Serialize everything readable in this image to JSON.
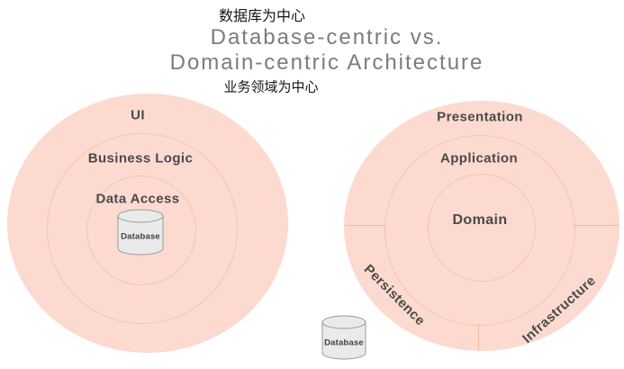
{
  "header": {
    "label_top_zh": "数据库为中心",
    "title_line1": "Database-centric vs.",
    "title_line2": "Domain-centric Architecture",
    "label_bottom_zh": "业务领域为中心"
  },
  "left_diagram": {
    "name": "Database-centric Architecture",
    "rings": [
      "UI",
      "Business Logic",
      "Data Access"
    ],
    "database_label": "Database"
  },
  "right_diagram": {
    "name": "Domain-centric Architecture",
    "outer_sectors": [
      "Presentation",
      "Persistence",
      "Infrastructure"
    ],
    "middle_ring": "Application",
    "center": "Domain",
    "database_label": "Database"
  },
  "colors": {
    "circle_fill": "#fcdad0",
    "ring_line": "#f5c3b1",
    "sector_divider": "#f2b9a5",
    "title_text": "#7c7c7c",
    "label_text": "#4a4a4a",
    "zh_text": "#161616",
    "cylinder_fill": "#eaeaea",
    "cylinder_stroke": "#9b9b9b"
  }
}
